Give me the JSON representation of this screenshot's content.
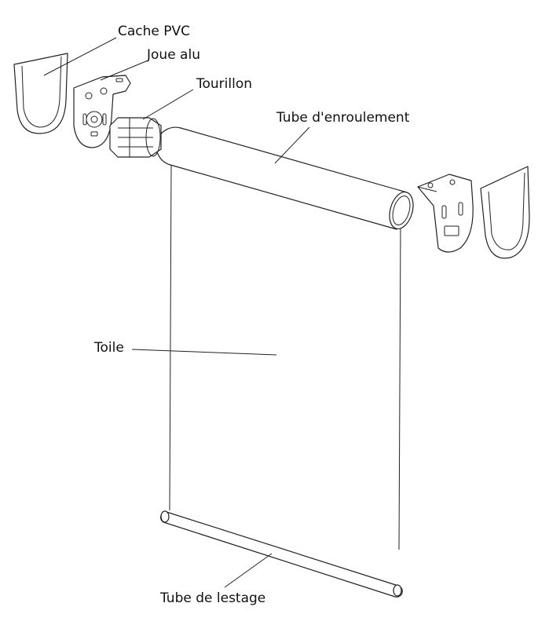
{
  "labels": {
    "cache_pvc": "Cache PVC",
    "joue_alu": "Joue alu",
    "tourillon": "Tourillon",
    "tube_enroulement": "Tube d'enroulement",
    "toile": "Toile",
    "tube_lestage": "Tube de lestage"
  },
  "colors": {
    "line": "#222222",
    "background": "#ffffff"
  }
}
